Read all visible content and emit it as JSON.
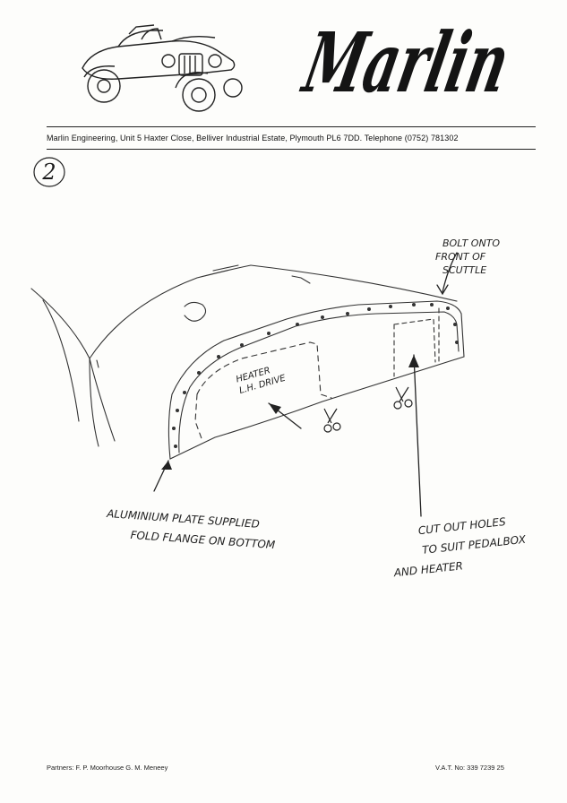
{
  "letterhead": {
    "brand_name": "Marlin",
    "address": "Marlin Engineering, Unit 5 Haxter Close, Belliver Industrial Estate, Plymouth PL6 7DD. Telephone (0752) 781302",
    "logo_icon": "car-illustration-icon"
  },
  "sheet": {
    "number": "2"
  },
  "drawing": {
    "subject_icon": "scuttle-panel-sketch",
    "annotations": {
      "bolt_note": [
        "BOLT ONTO",
        "FRONT OF",
        "SCUTTLE"
      ],
      "heater_note": [
        "HEATER",
        "L.H. DRIVE"
      ],
      "plate_note": [
        "ALUMINIUM PLATE SUPPLIED",
        "FOLD FLANGE ON BOTTOM"
      ],
      "cutout_note": [
        "CUT OUT HOLES",
        "TO SUIT PEDALBOX",
        "AND HEATER"
      ]
    }
  },
  "footer": {
    "partners": "Partners: F. P. Moorhouse G. M. Meneey",
    "vat": "V.A.T. No: 339 7239 25"
  }
}
